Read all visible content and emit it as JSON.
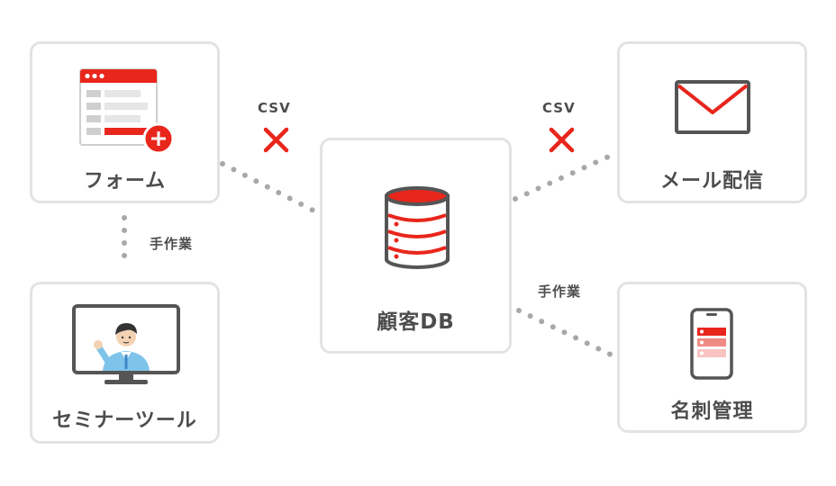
{
  "nodes": {
    "form": {
      "label": "フォーム"
    },
    "seminar": {
      "label": "セミナーツール"
    },
    "customer_db": {
      "label": "顧客DB"
    },
    "mail": {
      "label": "メール配信"
    },
    "card": {
      "label": "名刺管理"
    }
  },
  "edges": {
    "form_db": {
      "label": "CSV",
      "blocked": true
    },
    "db_mail": {
      "label": "CSV",
      "blocked": true
    },
    "form_seminar": {
      "label": "手作業"
    },
    "db_card": {
      "label": "手作業"
    }
  },
  "colors": {
    "accent": "#e8261c",
    "border": "#e3e3e3",
    "dots": "#a8a8a8",
    "text": "#4d4d4d"
  }
}
